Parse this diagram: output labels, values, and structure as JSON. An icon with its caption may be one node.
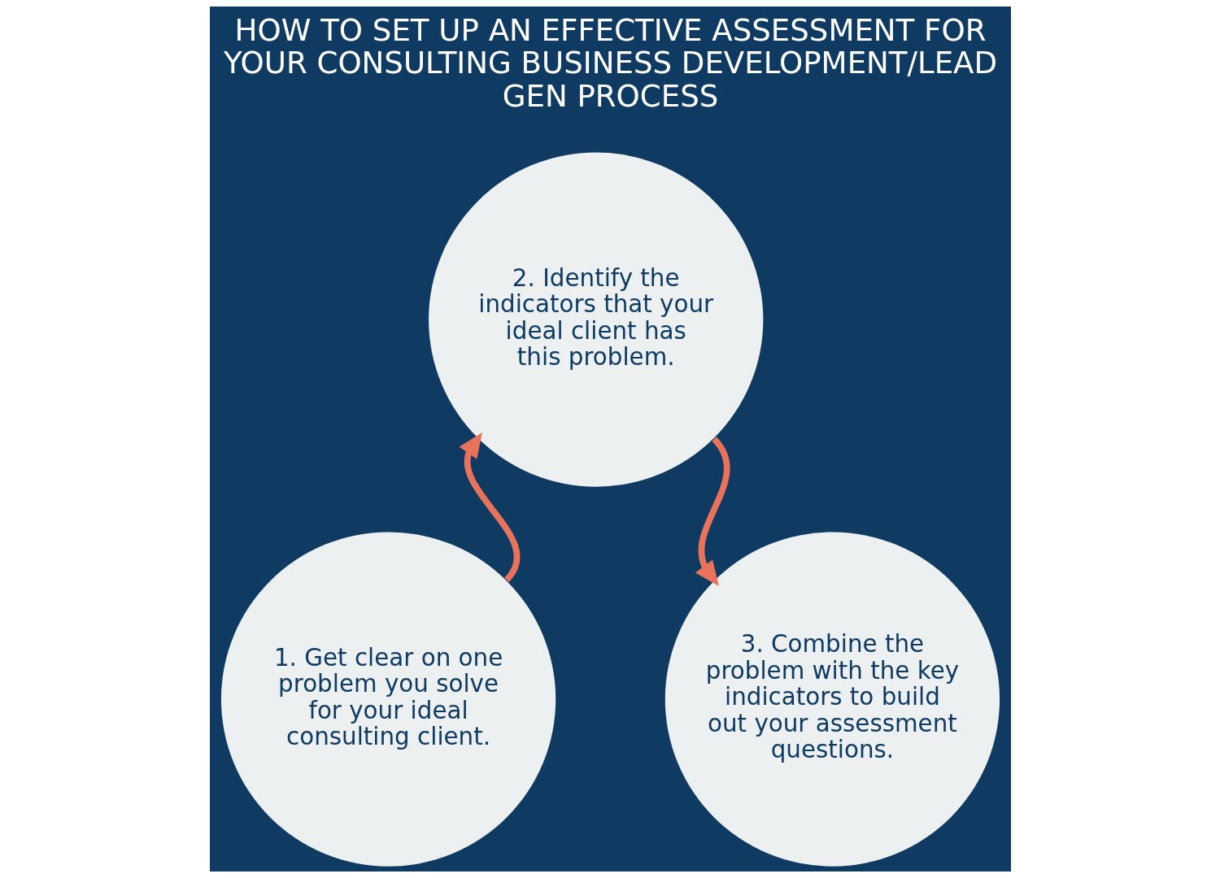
{
  "diagram": {
    "title": "HOW TO SET UP AN EFFECTIVE ASSESSMENT FOR YOUR CONSULTING BUSINESS DEVELOPMENT/LEAD GEN PROCESS",
    "nodes": [
      {
        "text": [
          "1. Get clear on one problem you solve for your ideal consulting client."
        ]
      },
      {
        "text": [
          "2. Identify the indicators that your ideal client has this problem."
        ]
      },
      {
        "text": [
          "3. Combine the problem with the key indicators to build out your assessment questions."
        ]
      }
    ],
    "edges": [
      {
        "from": 0,
        "to": 1,
        "arrow": "to"
      },
      {
        "from": 1,
        "to": 2,
        "arrow": "to"
      }
    ]
  }
}
